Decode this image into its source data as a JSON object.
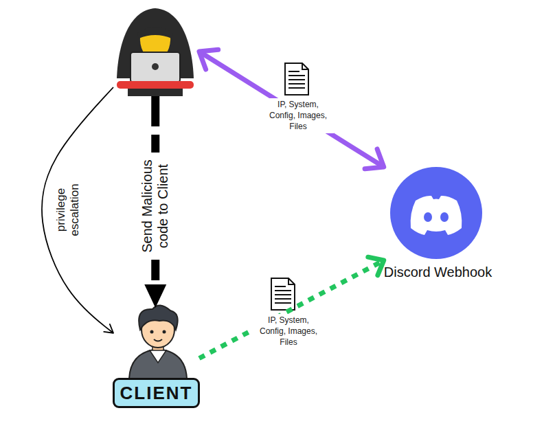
{
  "diagram": {
    "nodes": [
      {
        "text": []
      },
      {
        "text": [
          "CLIENT"
        ]
      },
      {
        "text": [
          "Discord Webhook"
        ]
      }
    ],
    "edges": [
      {
        "from": 0,
        "to": 1,
        "arrow": "to",
        "label": "Send Malicious code to Client"
      },
      {
        "from": 0,
        "to": 1,
        "arrow": "to",
        "label": "privilege escalation"
      },
      {
        "from": 0,
        "to": 2,
        "arrow": "both"
      },
      {
        "from": 1,
        "to": 2,
        "arrow": "to"
      }
    ],
    "labels": [
      "IP, System, Config, Images, Files",
      "IP, System, Config, Images, Files"
    ]
  }
}
